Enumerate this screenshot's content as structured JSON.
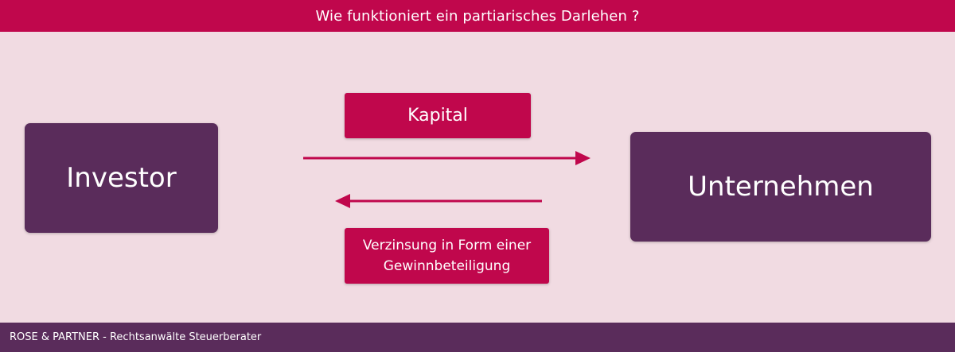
{
  "header": {
    "title": "Wie funktioniert ein partiarisches Darlehen ?"
  },
  "nodes": {
    "investor": "Investor",
    "unternehmen": "Unternehmen"
  },
  "edges": {
    "kapital": "Kapital",
    "verzinsung_line1": "Verzinsung in Form einer",
    "verzinsung_line2": "Gewinnbeteiligung"
  },
  "footer": {
    "text": "ROSE & PARTNER - Rechtsanwälte Steuerberater"
  },
  "colors": {
    "background": "#f1dbe2",
    "accent": "#c0074c",
    "purple": "#5a2c5b"
  }
}
